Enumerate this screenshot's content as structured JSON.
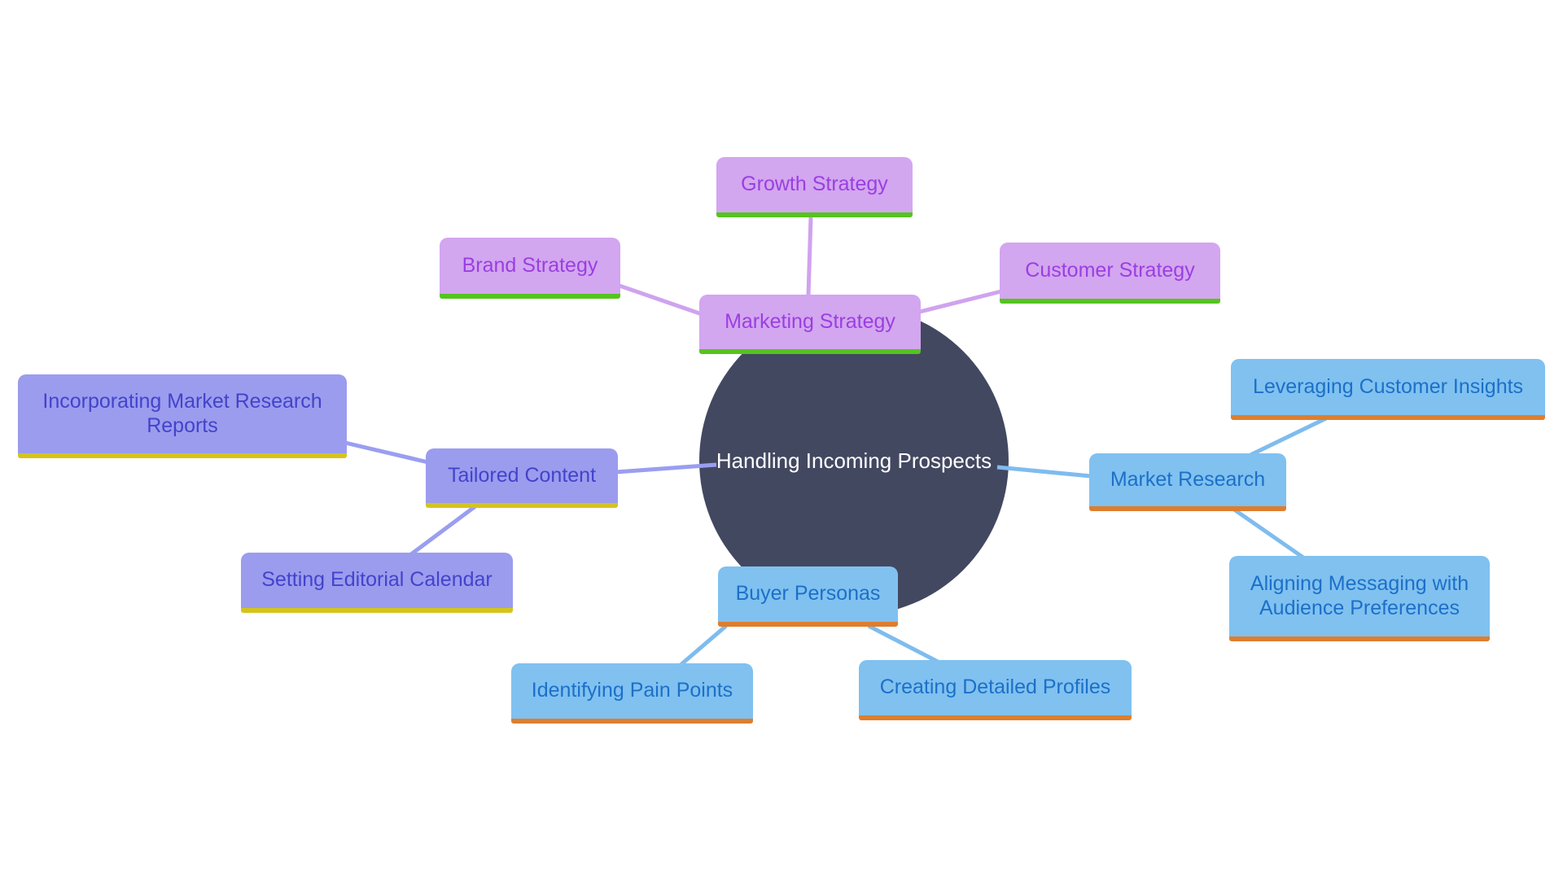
{
  "diagram": {
    "center": {
      "label": "Handling Incoming Prospects",
      "fill": "#434861",
      "text_color": "#ffffff"
    },
    "branch_styles": {
      "marketing": {
        "fill": "#d3a6f0",
        "text": "#9a3fe0",
        "underline": "#55c41e",
        "line": "#cfa3ee"
      },
      "content": {
        "fill": "#9b9cee",
        "text": "#4343cb",
        "underline": "#d4c41d",
        "line": "#9a9ef0"
      },
      "research": {
        "fill": "#80c1f0",
        "text": "#1c70c8",
        "underline": "#de7e2e",
        "line": "#7fbcee"
      },
      "personas": {
        "fill": "#80c1f0",
        "text": "#1c70c8",
        "underline": "#de7e2e",
        "line": "#7fbcee"
      }
    },
    "nodes": {
      "marketing_strategy": {
        "label": "Marketing Strategy"
      },
      "growth_strategy": {
        "label": "Growth Strategy"
      },
      "brand_strategy": {
        "label": "Brand Strategy"
      },
      "customer_strategy": {
        "label": "Customer Strategy"
      },
      "tailored_content": {
        "label": "Tailored Content"
      },
      "incorporating_market_research_reports": {
        "label": "Incorporating Market Research Reports"
      },
      "setting_editorial_calendar": {
        "label": "Setting Editorial Calendar"
      },
      "market_research": {
        "label": "Market Research"
      },
      "leveraging_customer_insights": {
        "label": "Leveraging Customer Insights"
      },
      "aligning_messaging_with_audience_preferences": {
        "label": "Aligning Messaging with Audience Preferences"
      },
      "buyer_personas": {
        "label": "Buyer Personas"
      },
      "identifying_pain_points": {
        "label": "Identifying Pain Points"
      },
      "creating_detailed_profiles": {
        "label": "Creating Detailed Profiles"
      }
    }
  }
}
